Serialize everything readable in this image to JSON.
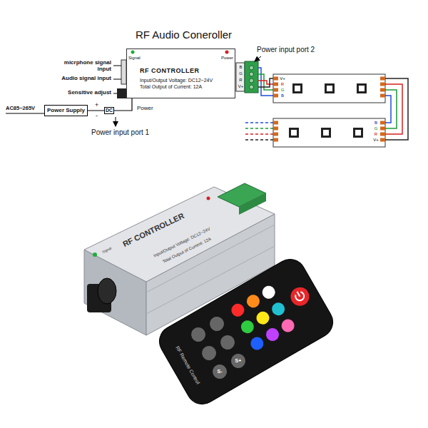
{
  "diagram": {
    "title": "RF Audio Coneroller",
    "nodes": [
      {
        "text": [
          "Power Supply"
        ]
      },
      {
        "text": [
          "RF CONTROLLER",
          "Input/Output Voltage: DC12~24V",
          "Total Output of Current: 12A"
        ]
      }
    ],
    "edges": [
      {
        "from": 0,
        "to": 1,
        "arrow": "none"
      }
    ],
    "labels": [
      "micrphone signal input",
      "Audio signal input",
      "Sensitive adjust",
      "AC85~265V",
      "+",
      "-",
      "DC",
      "Power",
      "Power input port 1",
      "Signal",
      "Power",
      "Power input port 2",
      "B",
      "G",
      "R",
      "V+",
      "V+",
      "R",
      "G",
      "B",
      "B",
      "G",
      "R",
      "V+",
      "RF CONTROLLER",
      "Input/Output Voltage: DC12~24V",
      "Total Output of Current: 12A",
      "Signal",
      "RF Remote Control",
      "S-",
      "S+"
    ]
  }
}
